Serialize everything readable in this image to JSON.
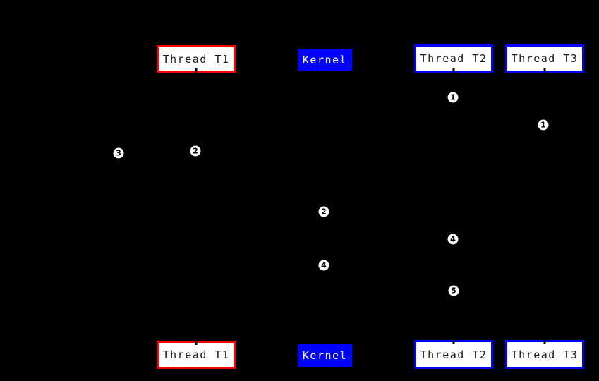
{
  "diagram": {
    "type": "sequence-diagram",
    "background_color": "#000000",
    "colors": {
      "red_accent": "#ff0000",
      "blue_accent": "#0000ff",
      "box_fill": "#ffffff",
      "box_text": "#1a1a1a",
      "kernel_fill": "#0000ff",
      "kernel_text": "#ffffff",
      "marker_fill": "#ffffff",
      "marker_text": "#000000"
    },
    "actors_top": [
      {
        "label": "Thread T1",
        "style": "red-outline"
      },
      {
        "label": "Kernel",
        "style": "blue-filled"
      },
      {
        "label": "Thread T2",
        "style": "blue-outline"
      },
      {
        "label": "Thread T3",
        "style": "blue-outline"
      }
    ],
    "actors_bottom": [
      {
        "label": "Thread T1",
        "style": "red-outline"
      },
      {
        "label": "Kernel",
        "style": "blue-filled"
      },
      {
        "label": "Thread T2",
        "style": "blue-outline"
      },
      {
        "label": "Thread T3",
        "style": "blue-outline"
      }
    ],
    "markers": [
      {
        "label": "1",
        "near": "thread-t2-lifeline"
      },
      {
        "label": "1",
        "near": "thread-t3-lifeline"
      },
      {
        "label": "3",
        "near": "left-of-thread-t1-lifeline"
      },
      {
        "label": "2",
        "near": "thread-t1-lifeline"
      },
      {
        "label": "2",
        "near": "kernel-lifeline"
      },
      {
        "label": "4",
        "near": "thread-t2-lifeline"
      },
      {
        "label": "4",
        "near": "kernel-lifeline"
      },
      {
        "label": "5",
        "near": "thread-t2-lifeline"
      }
    ]
  }
}
